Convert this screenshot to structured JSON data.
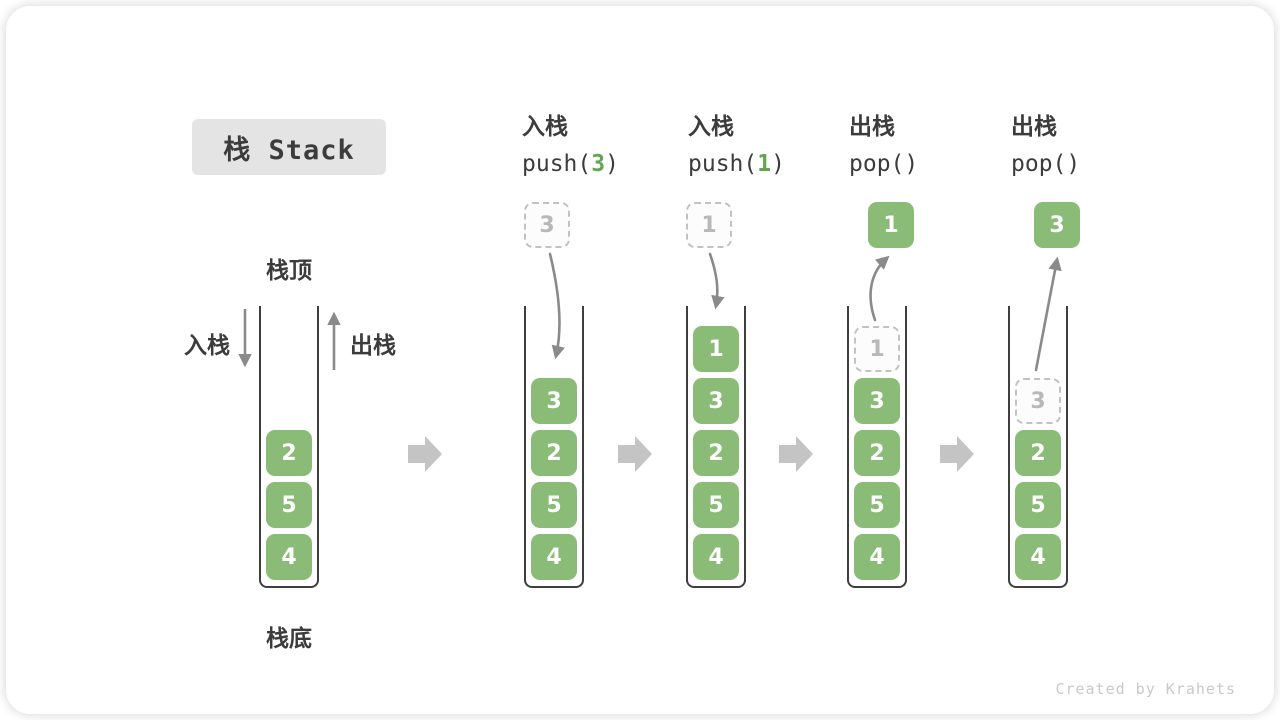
{
  "title": "栈 Stack",
  "watermark": "Created by Krahets",
  "labels": {
    "stack_top": "栈顶",
    "stack_bottom": "栈底",
    "push_side": "入栈",
    "pop_side": "出栈"
  },
  "colors": {
    "cell_green": "#8abb77",
    "code_arg_green": "#64a550",
    "curve_arrow_gray": "#8a8a8a",
    "flow_arrow_gray": "#c4c4c4",
    "dark_text": "#3c3c3c",
    "ghost_border": "#c2c2c2",
    "title_bg": "#e4e4e4"
  },
  "columns": [
    {
      "cells": [
        "2",
        "5",
        "4"
      ]
    },
    {
      "op": {
        "line1": "入栈",
        "code_pre": "push(",
        "arg": "3",
        "code_post": ")"
      },
      "float": "3",
      "cells": [
        "3",
        "2",
        "5",
        "4"
      ]
    },
    {
      "op": {
        "line1": "入栈",
        "code_pre": "push(",
        "arg": "1",
        "code_post": ")"
      },
      "float": "1",
      "cells": [
        "1",
        "3",
        "2",
        "5",
        "4"
      ]
    },
    {
      "op": {
        "line1": "出栈",
        "code_pre": "pop(",
        "arg": "",
        "code_post": ")"
      },
      "float": "1",
      "ghost": "1",
      "cells": [
        "3",
        "2",
        "5",
        "4"
      ]
    },
    {
      "op": {
        "line1": "出栈",
        "code_pre": "pop(",
        "arg": "",
        "code_post": ")"
      },
      "float": "3",
      "ghost": "3",
      "cells": [
        "2",
        "5",
        "4"
      ]
    }
  ]
}
